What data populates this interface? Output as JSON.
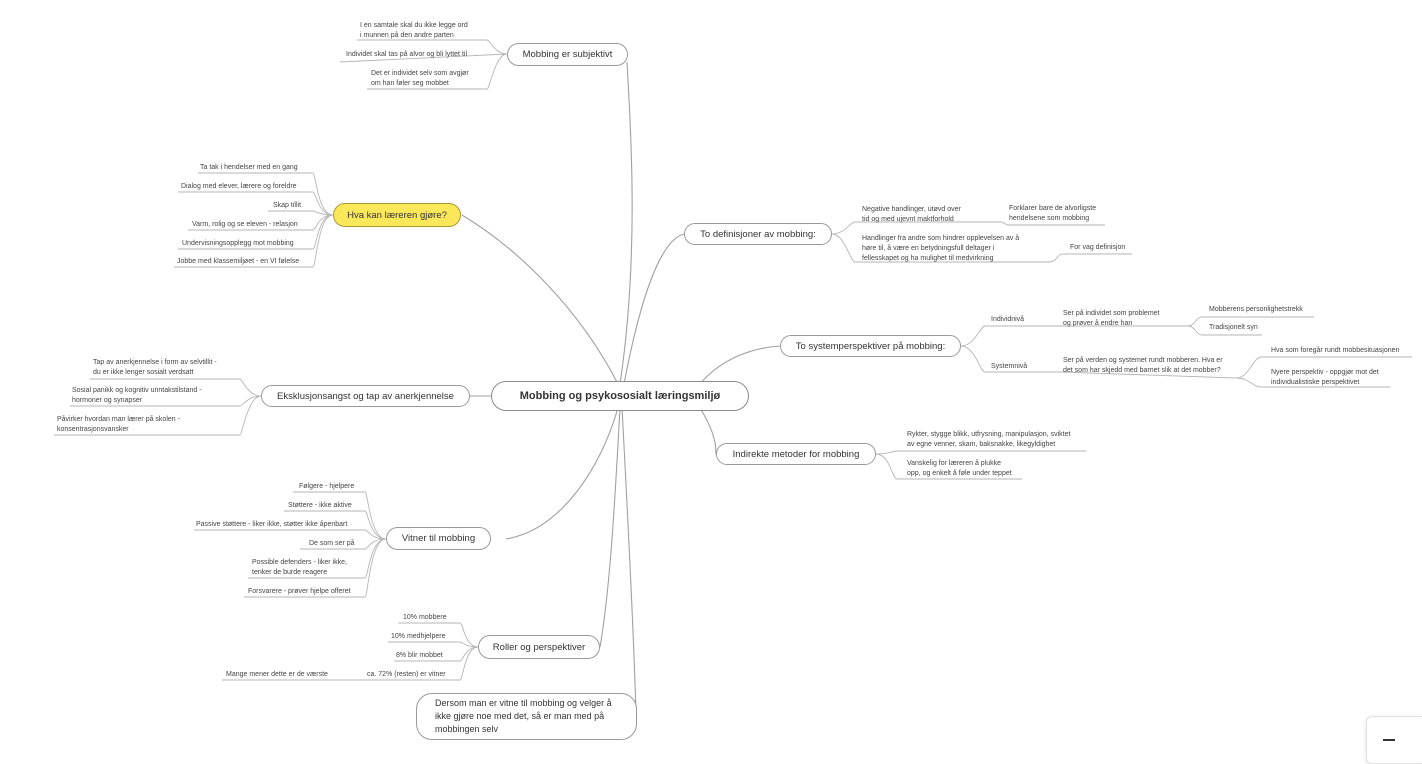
{
  "central": "Mobbing og psykososialt læringsmiljø",
  "topics": {
    "subjektivt": "Mobbing er subjektivt",
    "laerer": "Hva kan læreren gjøre?",
    "eksklusjon": "Eksklusjonsangst og tap av anerkjennelse",
    "vitner": "Vitner til mobbing",
    "roller": "Roller og perspektiver",
    "dersom": "Dersom man er vitne til mobbing og velger å ikke gjøre noe med det, så er man med på mobbingen selv",
    "definisjoner": "To definisjoner av mobbing:",
    "system": "To systemperspektiver på mobbing:",
    "indirekte": "Indirekte metoder for mobbing"
  },
  "subjektivt_items": [
    [
      "I en samtale skal du ikke legge ord",
      "i munnen på den andre parten"
    ],
    [
      "Individet skal tas på alvor og bli lyttet til"
    ],
    [
      "Det er individet selv som avgjør",
      "om han føler seg mobbet"
    ]
  ],
  "laerer_items": [
    "Ta tak i hendelser med en gang",
    "Dialog med elever, lærere og foreldre",
    "Skap tillit",
    "Varm, rolig og se eleven - relasjon",
    "Undervisningsopplegg mot mobbing",
    "Jobbe med klassemiljøet - en VI følelse"
  ],
  "eksklusjon_items": [
    [
      "Tap av anerkjennelse i form av selvtillit -",
      "du er ikke lenger sosialt verdsatt"
    ],
    [
      "Sosial panikk og kognitiv unntakstilstand -",
      "hormoner og synapser"
    ],
    [
      "Påvirker hvordan man lærer på skolen -",
      "konsentrasjonsvansker"
    ]
  ],
  "vitner_items": [
    [
      "Følgere - hjelpere"
    ],
    [
      "Støttere - ikke aktive"
    ],
    [
      "Passive støttere - liker ikke, støtter ikke åpenbart"
    ],
    [
      "De som ser på"
    ],
    [
      "Possible defenders - liker ikke,",
      "tenker de burde reagere"
    ],
    [
      "Forsvarere - prøver hjelpe offeret"
    ]
  ],
  "roller_items": [
    "10% mobbere",
    "10% medhjelpere",
    "8% blir mobbet",
    "ca. 72% (resten) er vitner"
  ],
  "roller_sub": "Mange mener dette er de værste",
  "definisjoner_items": [
    [
      "Negative handlinger, utøvd over",
      "tid og med ujevnt maktforhold"
    ],
    [
      "Handlinger fra andre som hindrer opplevelsen av å",
      "høre til, å være en betydningsfull deltager i",
      "fellesskapet og ha mulighet til medvirkning"
    ]
  ],
  "definisjoner_sub": [
    [
      "Forklarer bare de alvorligste",
      "hendelsene som mobbing"
    ],
    [
      "For vag definisjon"
    ]
  ],
  "system_items": [
    "Individnivå",
    "Systemnivå"
  ],
  "system_sub": [
    [
      "Ser på individet som problemet",
      "og prøver å endre han"
    ],
    [
      "Ser på verden og systemet rundt mobberen. Hva er",
      "det som har skjedd med barnet slik at det mobber?"
    ]
  ],
  "system_subsub": [
    [
      "Mobberens personlighetstrekk"
    ],
    [
      "Tradisjonelt syn"
    ],
    [
      "Hva som foregår rundt mobbesituasjonen"
    ],
    [
      "Nyere perspektiv - oppgjør mot det",
      "individualistiske perspektivet"
    ]
  ],
  "indirekte_items": [
    [
      "Rykter, stygge blikk, utfrysning, manipulasjon, sviktet",
      "av egne venner, skam, baksnakke, likegyldighet"
    ],
    [
      "Vanskelig for læreren å plukke",
      "opp, og enkelt å føle under teppet"
    ]
  ],
  "colors": {
    "highlight": "#fbe85a",
    "line": "#9a9a9a",
    "text": "#444444"
  },
  "zoom_control": {
    "icon": "minus-icon"
  }
}
